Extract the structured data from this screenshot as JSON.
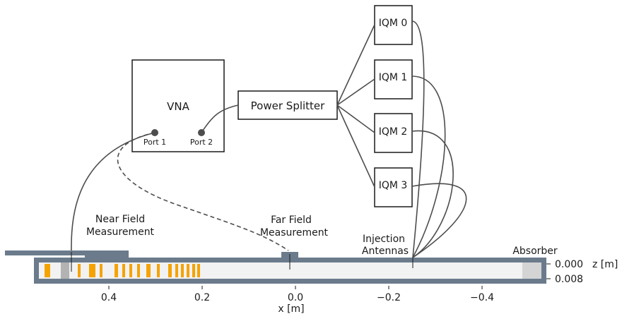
{
  "vna": {
    "title": "VNA",
    "port1": "Port 1",
    "port2": "Port 2"
  },
  "splitter": {
    "label": "Power Splitter"
  },
  "iqms": [
    "IQM 0",
    "IQM 1",
    "IQM 2",
    "IQM 3"
  ],
  "labels": {
    "near_field": [
      "Near Field",
      "Measurement"
    ],
    "far_field": [
      "Far Field",
      "Measurement"
    ],
    "injection": [
      "Injection",
      "Antennas"
    ],
    "absorber": "Absorber"
  },
  "axes": {
    "xlabel": "x [m]",
    "x_ticks": [
      "0.4",
      "0.2",
      "0.0",
      "−0.2",
      "−0.4"
    ],
    "zlabel": "z [m]",
    "z_ticks": [
      "0.000",
      "0.008"
    ]
  },
  "colors": {
    "line": "#4d4d4d",
    "wall": "#6b7b8c",
    "stripe": "#f5a300",
    "absorber": "#d4d4d4",
    "channel": "#f2f2f2"
  }
}
